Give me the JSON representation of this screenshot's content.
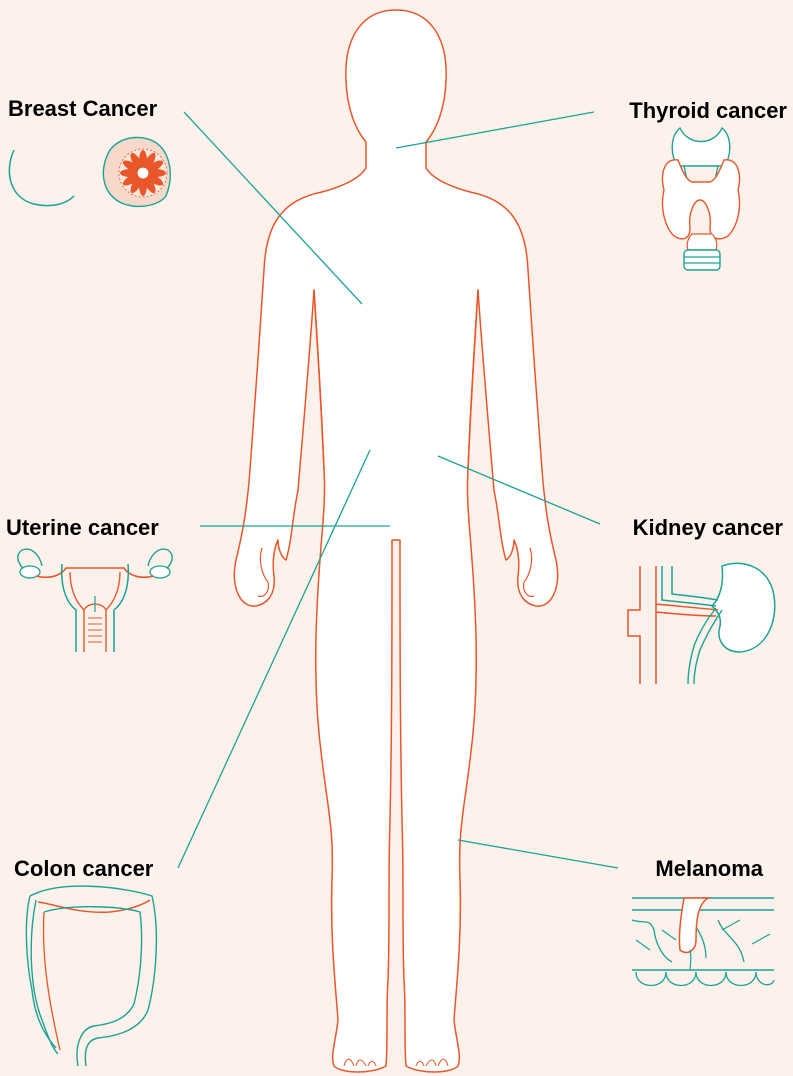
{
  "labels": {
    "breast": "Breast Cancer",
    "thyroid": "Thyroid cancer",
    "uterine": "Uterine cancer",
    "kidney": "Kidney cancer",
    "colon": "Colon cancer",
    "melanoma": "Melanoma"
  },
  "colors": {
    "background": "#fdf1ec",
    "body_outline": "#e8572a",
    "teal": "#1aa394",
    "orange": "#e8572a",
    "body_fill": "#ffffff"
  },
  "icons": [
    "breast-icon",
    "thyroid-icon",
    "uterus-icon",
    "kidney-icon",
    "colon-icon",
    "skin-icon"
  ]
}
